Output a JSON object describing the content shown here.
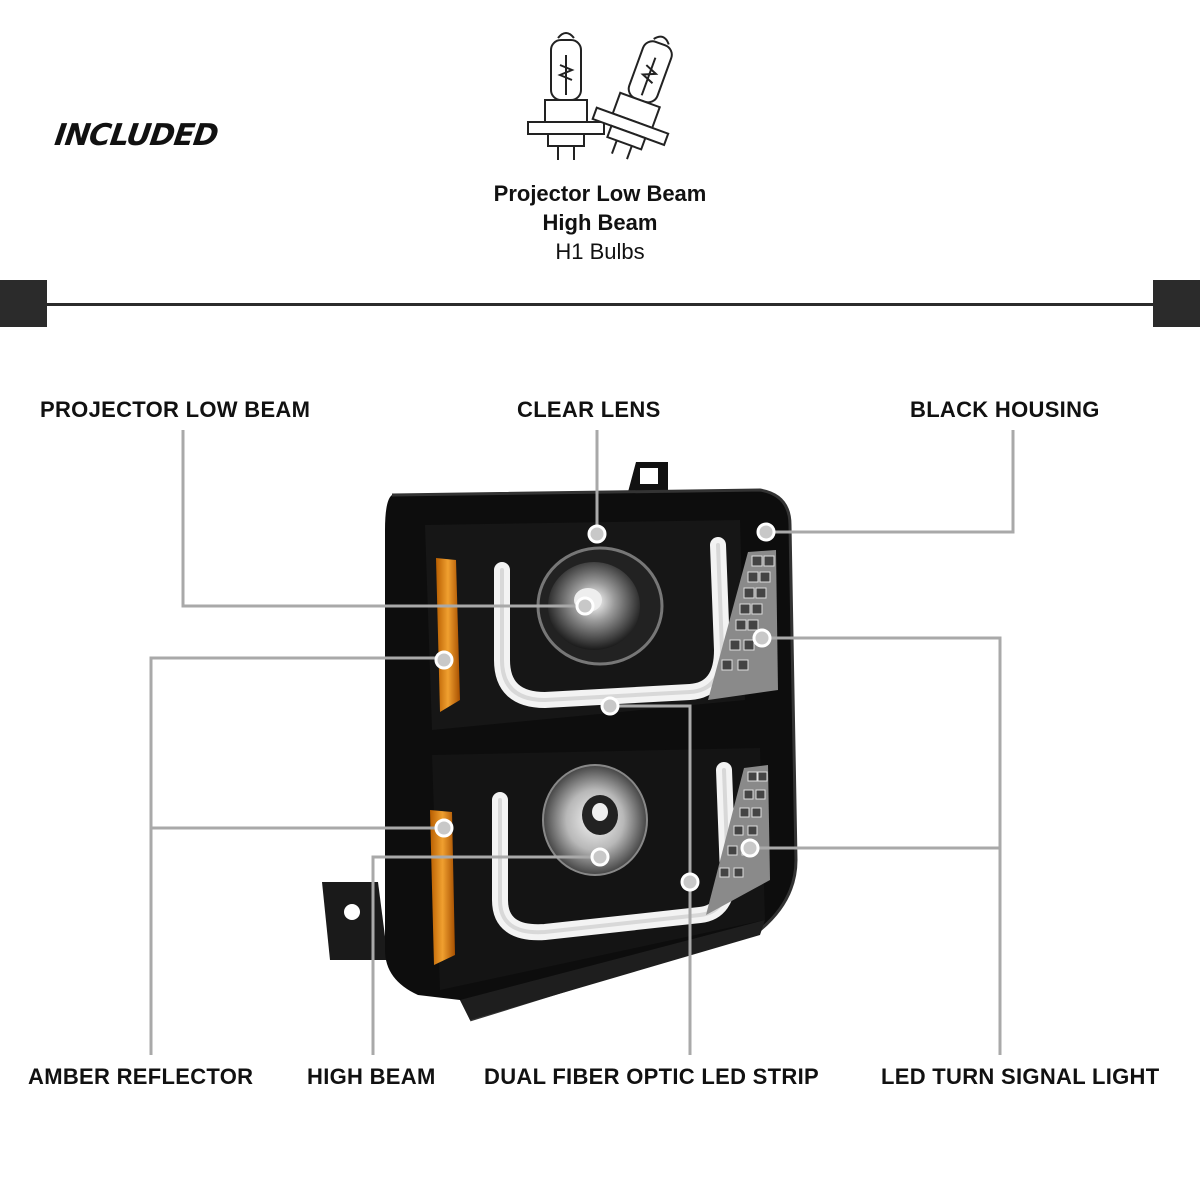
{
  "header": {
    "included_label": "INCLUDED",
    "bulbs_icon": "h1-halogen-bulb-icon",
    "caption_line1": "Projector Low Beam",
    "caption_line2": "High Beam",
    "caption_line3": "H1 Bulbs"
  },
  "callouts": {
    "projector_low_beam": "PROJECTOR LOW BEAM",
    "clear_lens": "CLEAR LENS",
    "black_housing": "BLACK HOUSING",
    "amber_reflector": "AMBER REFLECTOR",
    "high_beam": "HIGH BEAM",
    "dual_fiber_optic": "DUAL FIBER OPTIC LED STRIP",
    "led_turn_signal": "LED TURN SIGNAL LIGHT"
  },
  "colors": {
    "divider": "#2b2b2b",
    "leader_line": "#a9a9a9",
    "housing": "#0d0d0d",
    "amber": "#e08a12"
  }
}
